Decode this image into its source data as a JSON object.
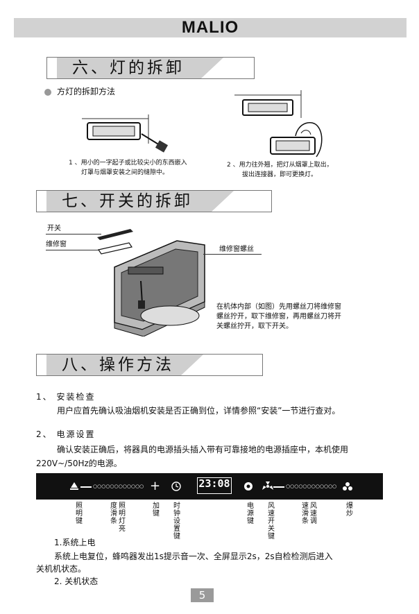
{
  "brand": "MALIO",
  "sections": {
    "s6": "六、灯的拆卸",
    "s7": "七、开关的拆卸",
    "s8": "八、操作方法"
  },
  "lamp": {
    "subtitle": "方灯的拆卸方法",
    "step1_line1": "1 、用小的一字起子或比较尖小的东西嵌入",
    "step1_line2": "灯罩与烟罩安装之间的缝隙中。",
    "step2_line1": "2 、用力往外翘，把灯从烟罩上取出，",
    "step2_line2": "拔出连接器，即可更换灯。"
  },
  "switch": {
    "label_switch": "开关",
    "label_window": "维修窗",
    "label_screw": "维修窗螺丝",
    "desc_line1": "在机体内部（如图）先用螺丝刀将维修窗",
    "desc_line2": "螺丝拧开，取下维修窗，再用螺丝刀将开",
    "desc_line3": "关螺丝拧开，取下开关。"
  },
  "operation": {
    "install_head": "1、 安装检查",
    "install_text": "用户应首先确认吸油烟机安装是否正确到位，详情参照“安装”一节进行查对。",
    "power_head": "2、 电源设置",
    "power_line1": "确认安装正确后，将器具的电源插头插入带有可靠接地的电源插座中，本机使用",
    "power_line2": "220V~/50Hz的电源。"
  },
  "panel": {
    "display": "23:08",
    "plus": "+",
    "dots": "○○○○○○○○○○○○",
    "labels": {
      "light_key": "照明键",
      "light_slider_a": "度滑条",
      "light_slider_b": "照明灯亮",
      "add_key": "加键",
      "clock_key": "时钟设置键",
      "power_key": "电源键",
      "fan_key": "风速开关键",
      "speed_a": "速滑条",
      "speed_b": "风速调",
      "boost": "爆炒"
    }
  },
  "status": {
    "power_on_head": "1.系统上电",
    "power_on_line1": "系统上电复位，蜂鸣器发出1s提示音一次、全屏显示2s，2s自检检测后进入",
    "power_on_line2": "关机机状态。",
    "off_head": "2. 关机状态"
  },
  "page_number": "5"
}
